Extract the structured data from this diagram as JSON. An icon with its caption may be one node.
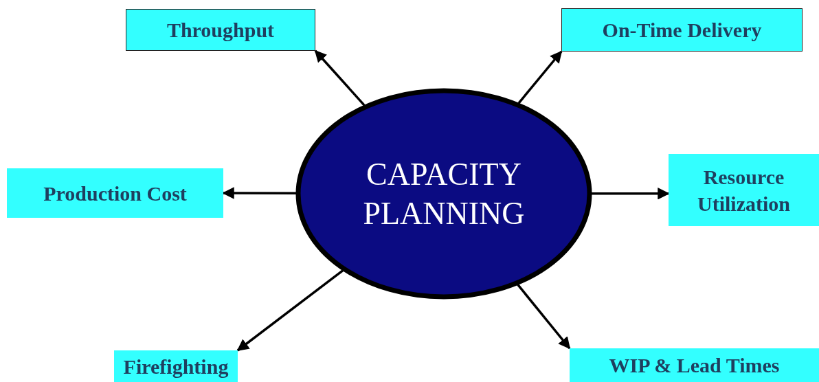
{
  "diagram": {
    "nodes": [
      {
        "text": [
          "CAPACITY PLANNING"
        ]
      },
      {
        "text": [
          "Throughput"
        ]
      },
      {
        "text": [
          "On-Time Delivery"
        ]
      },
      {
        "text": [
          "Production Cost"
        ]
      },
      {
        "text": [
          "Resource Utilization"
        ]
      },
      {
        "text": [
          "Firefighting"
        ]
      },
      {
        "text": [
          "WIP & Lead Times"
        ]
      }
    ],
    "edges": [
      {
        "from": 0,
        "to": 1,
        "arrow": "to"
      },
      {
        "from": 0,
        "to": 2,
        "arrow": "to"
      },
      {
        "from": 0,
        "to": 3,
        "arrow": "to"
      },
      {
        "from": 0,
        "to": 4,
        "arrow": "to"
      },
      {
        "from": 0,
        "to": 5,
        "arrow": "to"
      },
      {
        "from": 0,
        "to": 6,
        "arrow": "to"
      }
    ]
  }
}
